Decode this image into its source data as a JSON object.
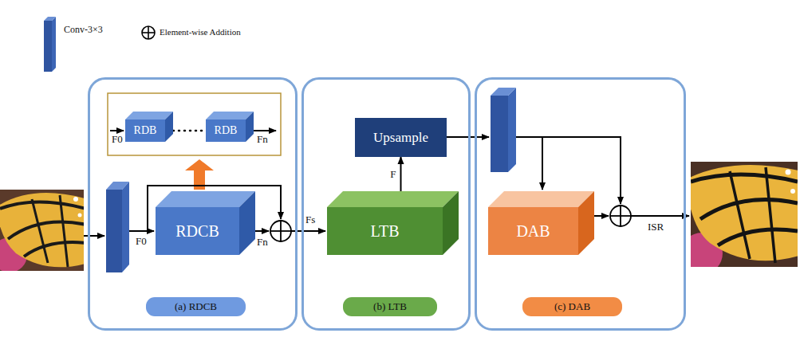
{
  "diagram": {
    "nodes": [
      {
        "text": [
          "(a) RDCB"
        ]
      },
      {
        "text": [
          "RDB"
        ],
        "in": 0
      },
      {
        "text": [
          "RDB"
        ],
        "in": 0
      },
      {
        "text": [
          "RDCB"
        ],
        "in": 0
      },
      {
        "text": [
          "(b) LTB"
        ]
      },
      {
        "text": [
          "Upsample"
        ],
        "in": 4
      },
      {
        "text": [
          "LTB"
        ],
        "in": 4
      },
      {
        "text": [
          "(c) DAB"
        ]
      },
      {
        "text": [
          "DAB"
        ],
        "in": 7
      }
    ],
    "edges": [
      {
        "from": 6,
        "to": 5,
        "label": "F",
        "arrow": "to"
      },
      {
        "from": 1,
        "to": 2,
        "arrow": "none"
      }
    ],
    "labels": [
      "F0",
      "Fn",
      "F0",
      "Fn",
      "Fs",
      "ISR"
    ],
    "legend": [
      {
        "text": "Conv-3×3"
      },
      {
        "text": "Element-wise Addition"
      }
    ]
  }
}
